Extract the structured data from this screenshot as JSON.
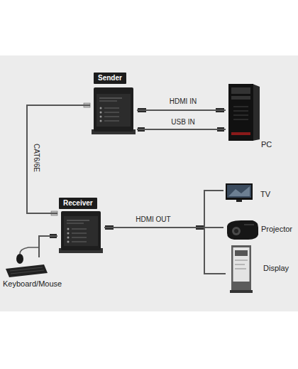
{
  "diagram": {
    "nodes": [
      {
        "text": [
          "Sender"
        ]
      },
      {
        "text": [
          "PC"
        ]
      },
      {
        "text": [
          "Receiver"
        ]
      },
      {
        "text": [
          "TV"
        ]
      },
      {
        "text": [
          "Projector"
        ]
      },
      {
        "text": [
          "Display"
        ]
      },
      {
        "text": [
          "Keyboard/Mouse"
        ]
      }
    ],
    "edges": [
      {
        "from": 0,
        "to": 1,
        "arrow": "none",
        "label": "HDMI IN"
      },
      {
        "from": 0,
        "to": 1,
        "arrow": "none",
        "label": "USB IN"
      },
      {
        "from": 0,
        "to": 2,
        "arrow": "none",
        "label": "CAT6/6E"
      },
      {
        "from": 2,
        "to": 3,
        "arrow": "none",
        "label": "HDMI OUT"
      },
      {
        "from": 2,
        "to": 4,
        "arrow": "none"
      },
      {
        "from": 2,
        "to": 5,
        "arrow": "none"
      },
      {
        "from": 2,
        "to": 6,
        "arrow": "none"
      }
    ]
  }
}
